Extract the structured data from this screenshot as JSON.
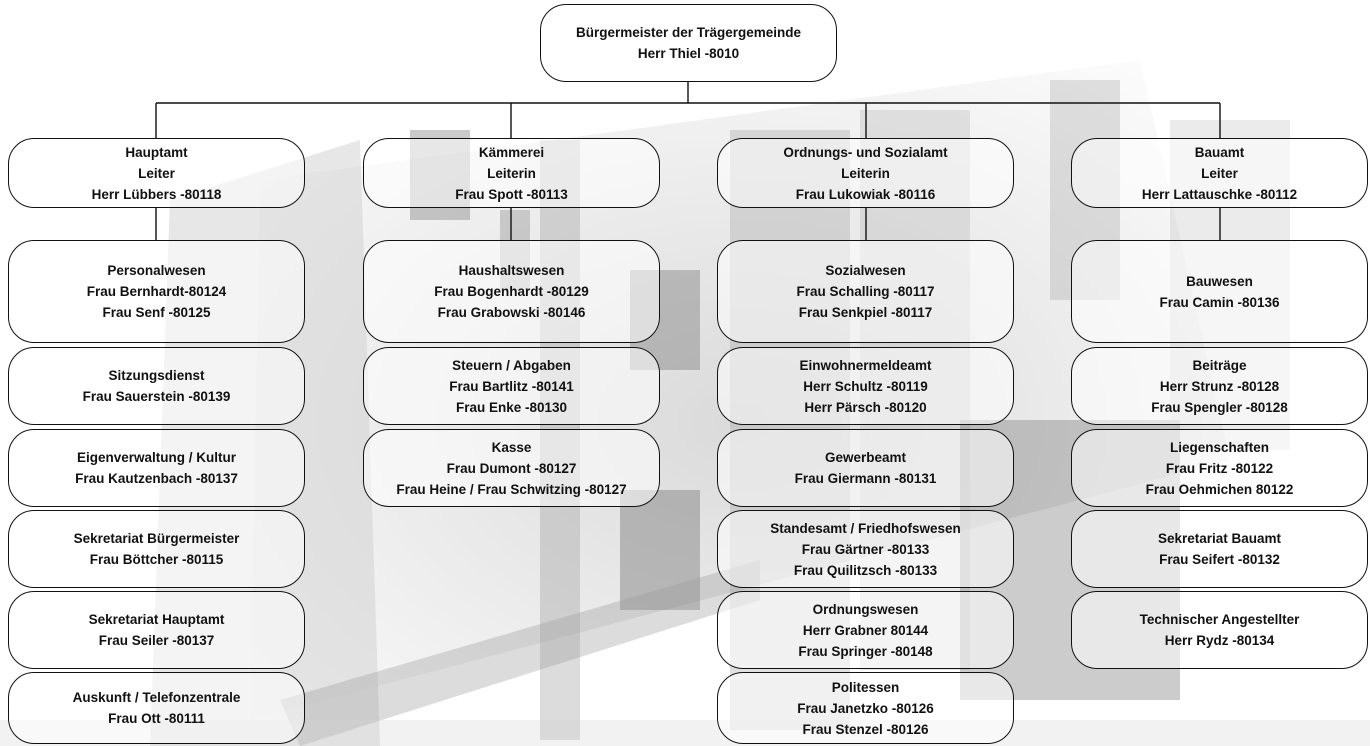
{
  "mayor": {
    "title": "Bürgermeister der Trägergemeinde",
    "person": "Herr Thiel -8010"
  },
  "departments": [
    {
      "name": "Hauptamt",
      "role": "Leiter",
      "person": "Herr Lübbers -80118",
      "units": [
        {
          "lines": [
            "Personalwesen",
            "Frau Bernhardt-80124",
            "Frau Senf -80125"
          ]
        },
        {
          "lines": [
            "Sitzungsdienst",
            "Frau Sauerstein -80139"
          ]
        },
        {
          "lines": [
            "Eigenverwaltung / Kultur",
            "Frau Kautzenbach -80137"
          ]
        },
        {
          "lines": [
            "Sekretariat Bürgermeister",
            "Frau Böttcher -80115"
          ]
        },
        {
          "lines": [
            "Sekretariat Hauptamt",
            "Frau Seiler -80137"
          ]
        },
        {
          "lines": [
            "Auskunft / Telefonzentrale",
            "Frau Ott -80111"
          ]
        }
      ]
    },
    {
      "name": "Kämmerei",
      "role": "Leiterin",
      "person": "Frau Spott -80113",
      "units": [
        {
          "lines": [
            "Haushaltswesen",
            "Frau Bogenhardt -80129",
            "Frau Grabowski -80146"
          ]
        },
        {
          "lines": [
            "Steuern / Abgaben",
            "Frau Bartlitz -80141",
            "Frau Enke -80130"
          ]
        },
        {
          "lines": [
            "Kasse",
            "Frau Dumont -80127",
            "Frau Heine / Frau Schwitzing -80127"
          ]
        }
      ]
    },
    {
      "name": "Ordnungs- und Sozialamt",
      "role": "Leiterin",
      "person": "Frau Lukowiak -80116",
      "units": [
        {
          "lines": [
            "Sozialwesen",
            "Frau Schalling -80117",
            "Frau Senkpiel -80117"
          ]
        },
        {
          "lines": [
            "Einwohnermeldeamt",
            "Herr Schultz -80119",
            "Herr Pärsch -80120"
          ]
        },
        {
          "lines": [
            "Gewerbeamt",
            "Frau Giermann -80131"
          ]
        },
        {
          "lines": [
            "Standesamt / Friedhofswesen",
            "Frau Gärtner -80133",
            "Frau Quilitzsch -80133"
          ]
        },
        {
          "lines": [
            "Ordnungswesen",
            "Herr Grabner 80144",
            "Frau Springer -80148"
          ]
        },
        {
          "lines": [
            "Politessen",
            "Frau Janetzko -80126",
            "Frau Stenzel -80126"
          ]
        }
      ]
    },
    {
      "name": "Bauamt",
      "role": "Leiter",
      "person": "Herr Lattauschke -80112",
      "units": [
        {
          "lines": [
            "Bauwesen",
            "Frau Camin -80136"
          ]
        },
        {
          "lines": [
            "Beiträge",
            "Herr Strunz -80128",
            "Frau Spengler -80128"
          ]
        },
        {
          "lines": [
            "Liegenschaften",
            "Frau Fritz -80122",
            "Frau Oehmichen 80122"
          ]
        },
        {
          "lines": [
            "Sekretariat Bauamt",
            "Frau Seifert -80132"
          ]
        },
        {
          "lines": [
            "Technischer Angestellter",
            "Herr Rydz -80134"
          ]
        }
      ]
    }
  ]
}
